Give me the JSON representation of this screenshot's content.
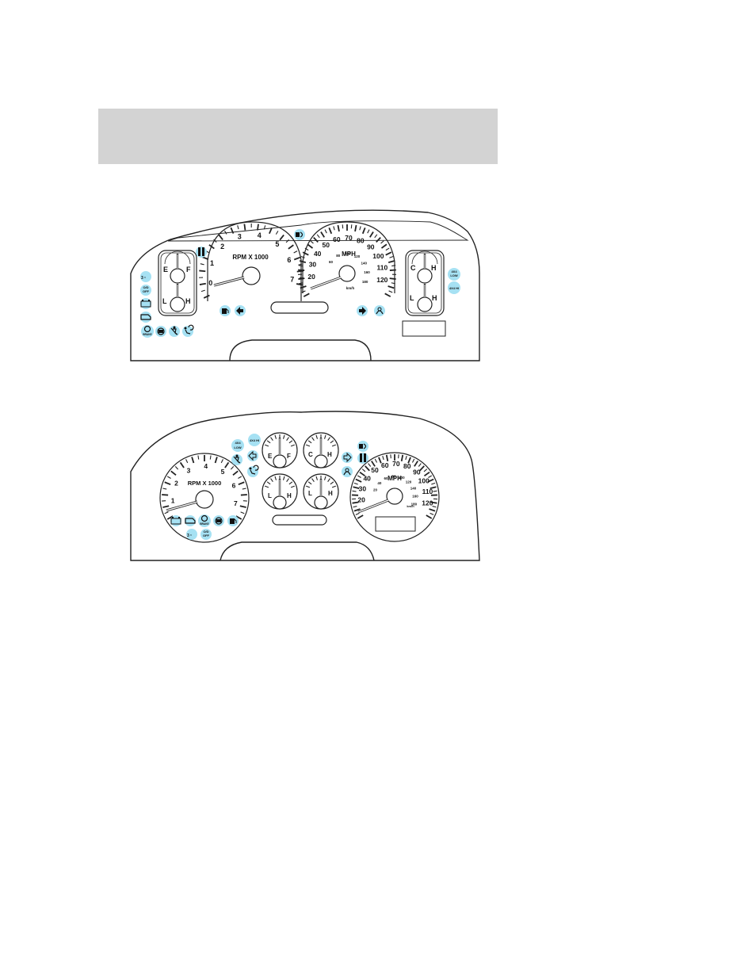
{
  "colors": {
    "indicator": "#a6e1f3",
    "outline": "#222222",
    "band": "#d3d3d3"
  },
  "cluster1": {
    "tach": {
      "label": "RPM X 1000",
      "ticks": [
        "0",
        "1",
        "2",
        "3",
        "4",
        "5",
        "6",
        "7"
      ]
    },
    "speedo": {
      "label": "MPH",
      "mph": [
        "20",
        "30",
        "40",
        "50",
        "60",
        "70",
        "80",
        "90",
        "100",
        "110",
        "120"
      ],
      "kmh_label": "km/h",
      "kmh": [
        "60",
        "80",
        "100",
        "120",
        "140",
        "160",
        "180",
        "40",
        "20",
        "10"
      ]
    },
    "fuel": {
      "empty": "E",
      "full": "F"
    },
    "oil": {
      "low": "L",
      "high": "H"
    },
    "temp": {
      "cold": "C",
      "hot": "H"
    },
    "volt": {
      "low": "L",
      "high": "H"
    },
    "indicators": {
      "low_4x4_top": "4X4",
      "low_4x4_bottom": "LOW",
      "hi_4x4": "4X4 HI",
      "od_top": "O/D",
      "od_bottom": "OFF",
      "brake_text": "BRAKE",
      "seatbelt_icon": "seatbelt-icon",
      "airbag_icon": "airbag-icon"
    }
  },
  "cluster2": {
    "tach": {
      "label": "RPM X 1000",
      "ticks": [
        "1",
        "2",
        "3",
        "4",
        "5",
        "6",
        "7"
      ]
    },
    "speedo": {
      "label": "MPH",
      "mph": [
        "20",
        "30",
        "40",
        "50",
        "60",
        "70",
        "80",
        "90",
        "100",
        "110",
        "120"
      ],
      "kmh_label": "km/h",
      "kmh": [
        "20",
        "40",
        "60",
        "80",
        "100",
        "120",
        "140",
        "160",
        "180"
      ]
    },
    "fuel": {
      "empty": "E",
      "full": "F"
    },
    "temp": {
      "cold": "C",
      "hot": "H"
    },
    "oil": {
      "low": "L",
      "high": "H"
    },
    "volt": {
      "low": "L",
      "high": "H"
    },
    "indicators": {
      "low_4x4_top": "4X4",
      "low_4x4_bottom": "LOW",
      "hi_4x4": "4X4 HI",
      "od_top": "O/D",
      "od_bottom": "OFF",
      "brake_text": "BRAKE"
    }
  }
}
